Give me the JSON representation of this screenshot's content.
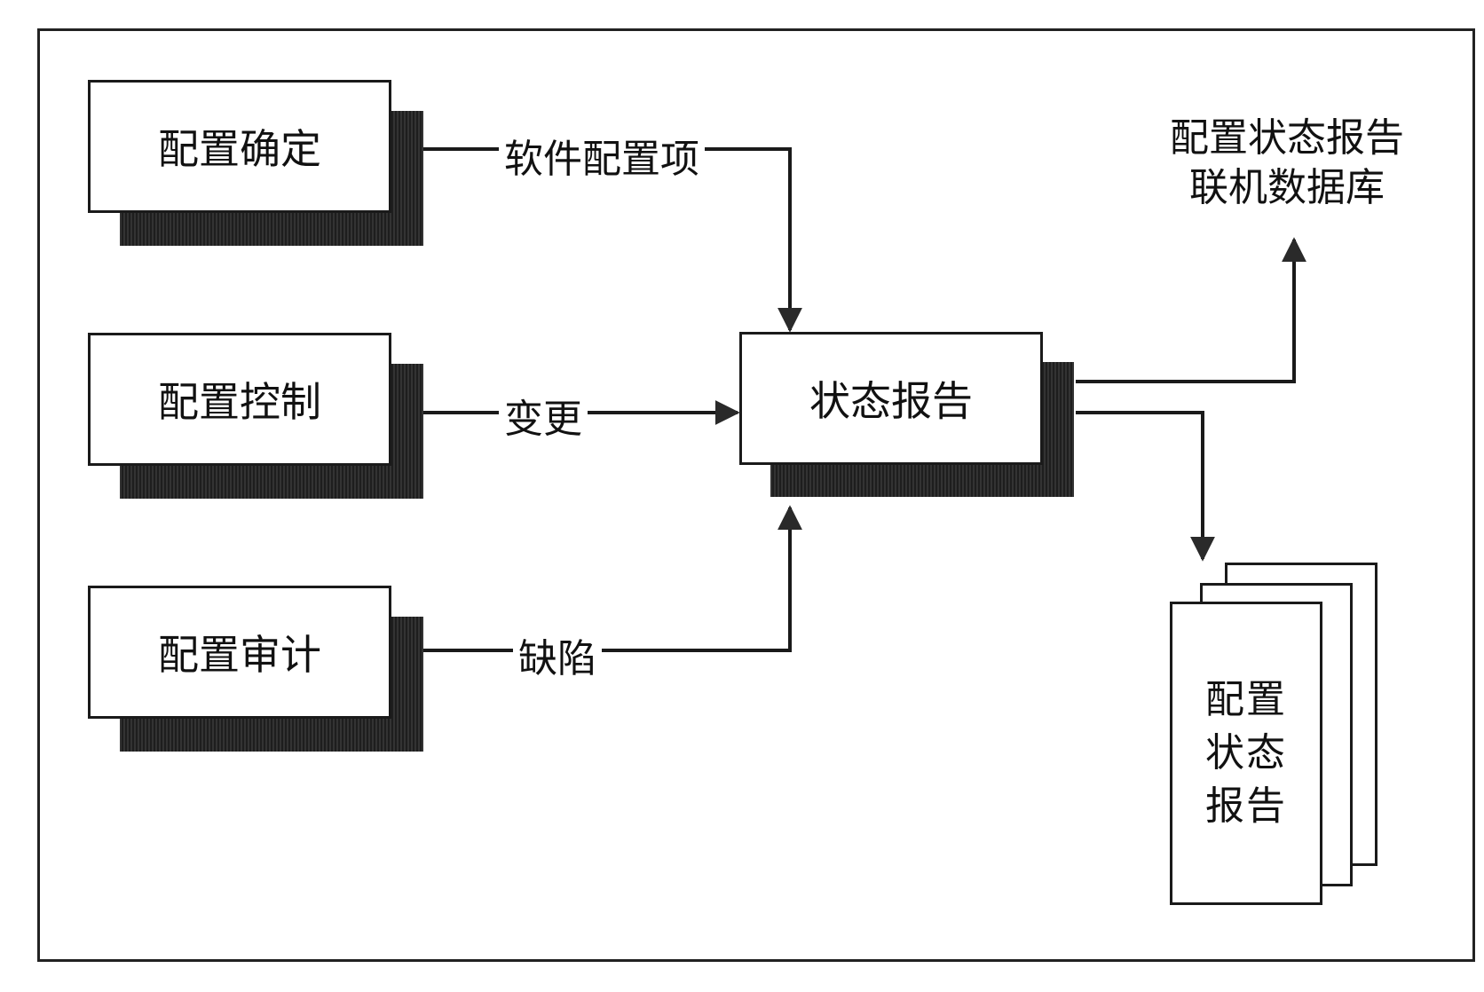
{
  "diagram": {
    "title": "",
    "source_boxes": [
      {
        "id": "config-identification",
        "label": "配置确定"
      },
      {
        "id": "config-control",
        "label": "配置控制"
      },
      {
        "id": "config-audit",
        "label": "配置审计"
      }
    ],
    "edges": [
      {
        "from": "config-identification",
        "to": "status-report",
        "label": "软件配置项"
      },
      {
        "from": "config-control",
        "to": "status-report",
        "label": "变更"
      },
      {
        "from": "config-audit",
        "to": "status-report",
        "label": "缺陷"
      },
      {
        "from": "status-report",
        "to": "online-database",
        "label": ""
      },
      {
        "from": "status-report",
        "to": "report-documents",
        "label": ""
      }
    ],
    "center_box": {
      "id": "status-report",
      "label": "状态报告"
    },
    "online_database": {
      "id": "online-database",
      "line1": "配置状态报告",
      "line2": "联机数据库"
    },
    "report_documents": {
      "id": "report-documents",
      "lines": [
        "配置",
        "状态",
        "报告"
      ]
    }
  }
}
